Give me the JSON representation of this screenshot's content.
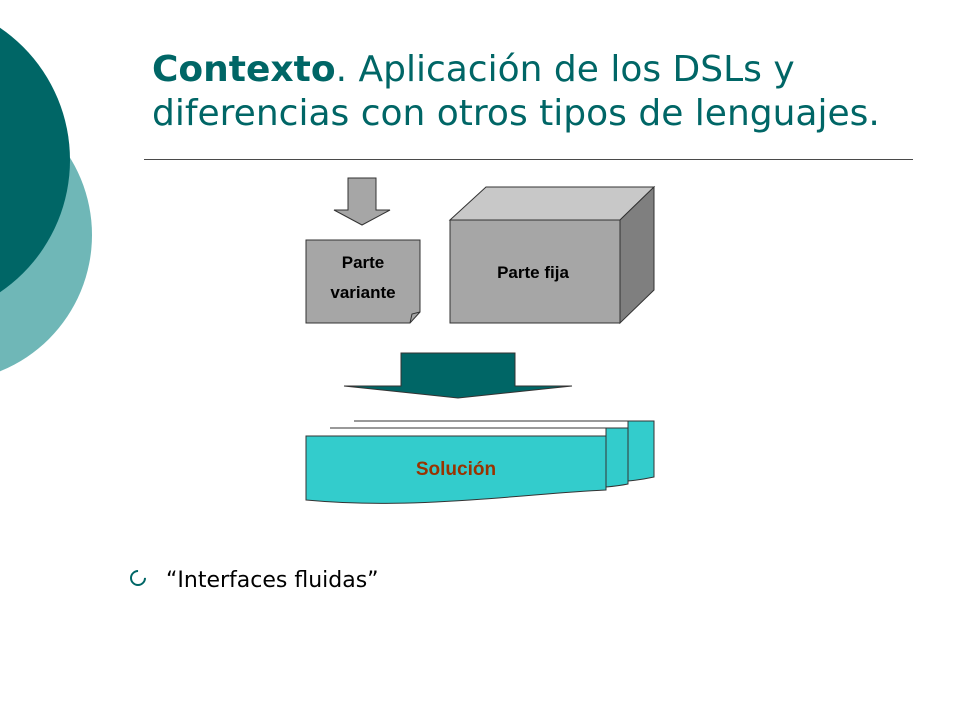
{
  "slide": {
    "title_bold": "Contexto",
    "title_rest": ". Aplicación de los DSLs y diferencias con otros tipos de lenguajes."
  },
  "diagram": {
    "variant_line1": "Parte",
    "variant_line2": "variante",
    "fixed_label": "Parte fija",
    "solution_label": "Solución"
  },
  "bullets": [
    {
      "text": "“Interfaces fluidas”"
    }
  ],
  "colors": {
    "title": "#006666",
    "dark_teal": "#006666",
    "light_teal": "#6FB7B7",
    "solution_fill": "#33CCCC",
    "solution_text": "#993300",
    "box_gray": "#A6A6A6"
  }
}
